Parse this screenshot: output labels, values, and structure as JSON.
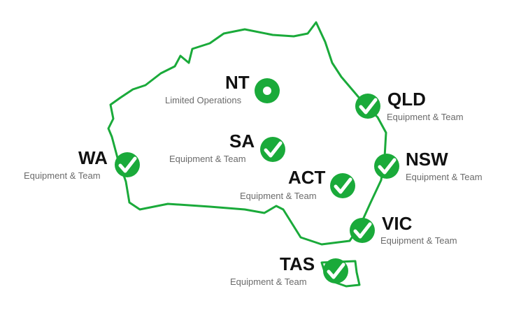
{
  "map": {
    "outline_color": "#1aaa3a",
    "badge_color": "#1aaa3a",
    "states": [
      {
        "code": "NT",
        "status": "Limited Operations",
        "icon": "circle-dot-icon"
      },
      {
        "code": "QLD",
        "status": "Equipment & Team",
        "icon": "checkmark-icon"
      },
      {
        "code": "WA",
        "status": "Equipment & Team",
        "icon": "checkmark-icon"
      },
      {
        "code": "SA",
        "status": "Equipment & Team",
        "icon": "checkmark-icon"
      },
      {
        "code": "NSW",
        "status": "Equipment & Team",
        "icon": "checkmark-icon"
      },
      {
        "code": "ACT",
        "status": "Equipment & Team",
        "icon": "checkmark-icon"
      },
      {
        "code": "VIC",
        "status": "Equipment & Team",
        "icon": "checkmark-icon"
      },
      {
        "code": "TAS",
        "status": "Equipment & Team",
        "icon": "checkmark-icon"
      }
    ]
  }
}
